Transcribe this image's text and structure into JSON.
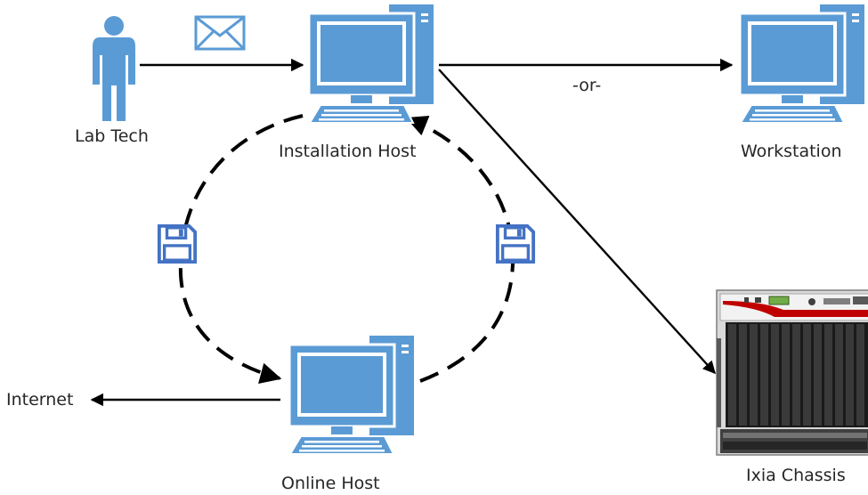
{
  "nodes": {
    "lab_tech": "Lab Tech",
    "installation_host": "Installation Host",
    "workstation": "Workstation",
    "online_host": "Online Host",
    "internet": "Internet",
    "ixia_chassis": "Ixia Chassis"
  },
  "edges": {
    "or_label": "-or-"
  },
  "icons": {
    "person": "person-icon",
    "envelope": "envelope-icon",
    "computer": "desktop-computer-icon",
    "floppy": "floppy-disk-icon",
    "chassis": "ixia-chassis-icon"
  },
  "colors": {
    "icon_blue": "#5b9bd5",
    "icon_dark_blue": "#2e75b6",
    "floppy_blue": "#4472c4",
    "line": "#000000",
    "text": "#262626"
  }
}
